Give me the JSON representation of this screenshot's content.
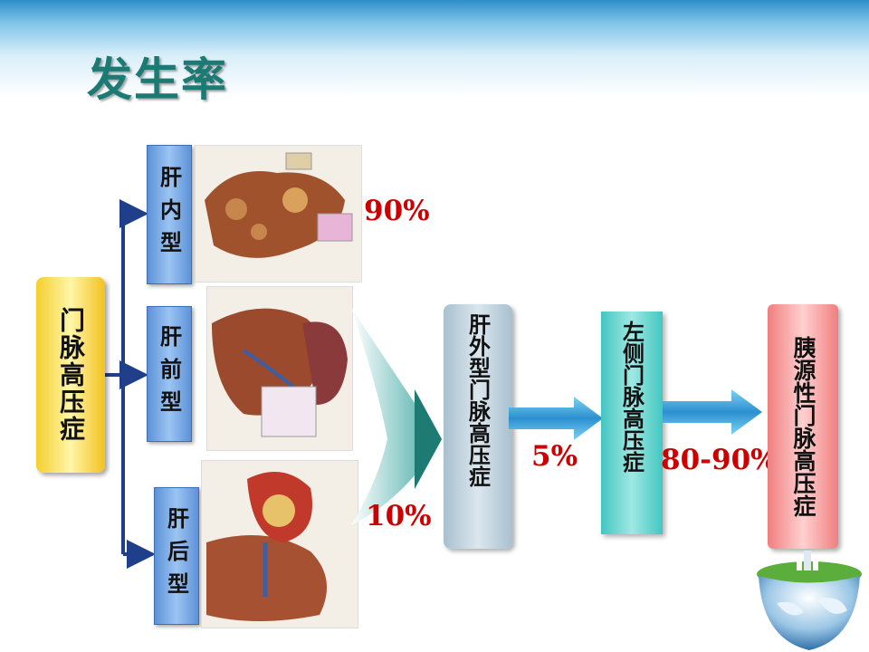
{
  "title": "发生率",
  "root": {
    "label": "门脉高压症"
  },
  "types": [
    {
      "label": "肝内型"
    },
    {
      "label": "肝前型"
    },
    {
      "label": "肝后型"
    }
  ],
  "percents": {
    "intra": "90%",
    "extra": "10%",
    "left": "5%",
    "pancreatic": "80-90%"
  },
  "flow": {
    "extrahepatic": "肝外型门脉高压症",
    "left_sided": "左侧门脉高压症",
    "pancreatic": "胰源性门脉高压症"
  }
}
